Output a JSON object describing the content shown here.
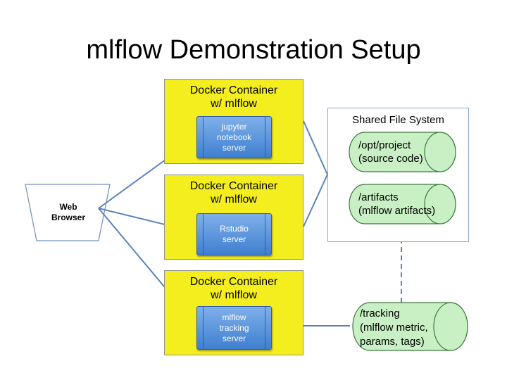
{
  "title": "mlflow Demonstration Setup",
  "browser": {
    "label": "Web\nBrowser"
  },
  "containers": [
    {
      "label": "Docker Container\nw/ mlflow",
      "service": "jupyter\nnotebook\nserver"
    },
    {
      "label": "Docker Container\nw/ mlflow",
      "service": "Rstudio\nserver"
    },
    {
      "label": "Docker Container\nw/ mlflow",
      "service": "mlflow\ntracking\nserver"
    }
  ],
  "shared_fs": {
    "title": "Shared File System",
    "stores": [
      {
        "label": "/opt/project\n(source code)"
      },
      {
        "label": "/artifacts\n(mlflow artifacts)"
      }
    ]
  },
  "tracking_store": {
    "label": "/tracking\n(mlflow metric,\nparams, tags)"
  },
  "colors": {
    "container_fill": "#f5ee1f",
    "service_fill": "#5a93dc",
    "store_fill": "#c9efc4",
    "store_stroke": "#3d7a3d",
    "connector": "#5b84b8"
  }
}
